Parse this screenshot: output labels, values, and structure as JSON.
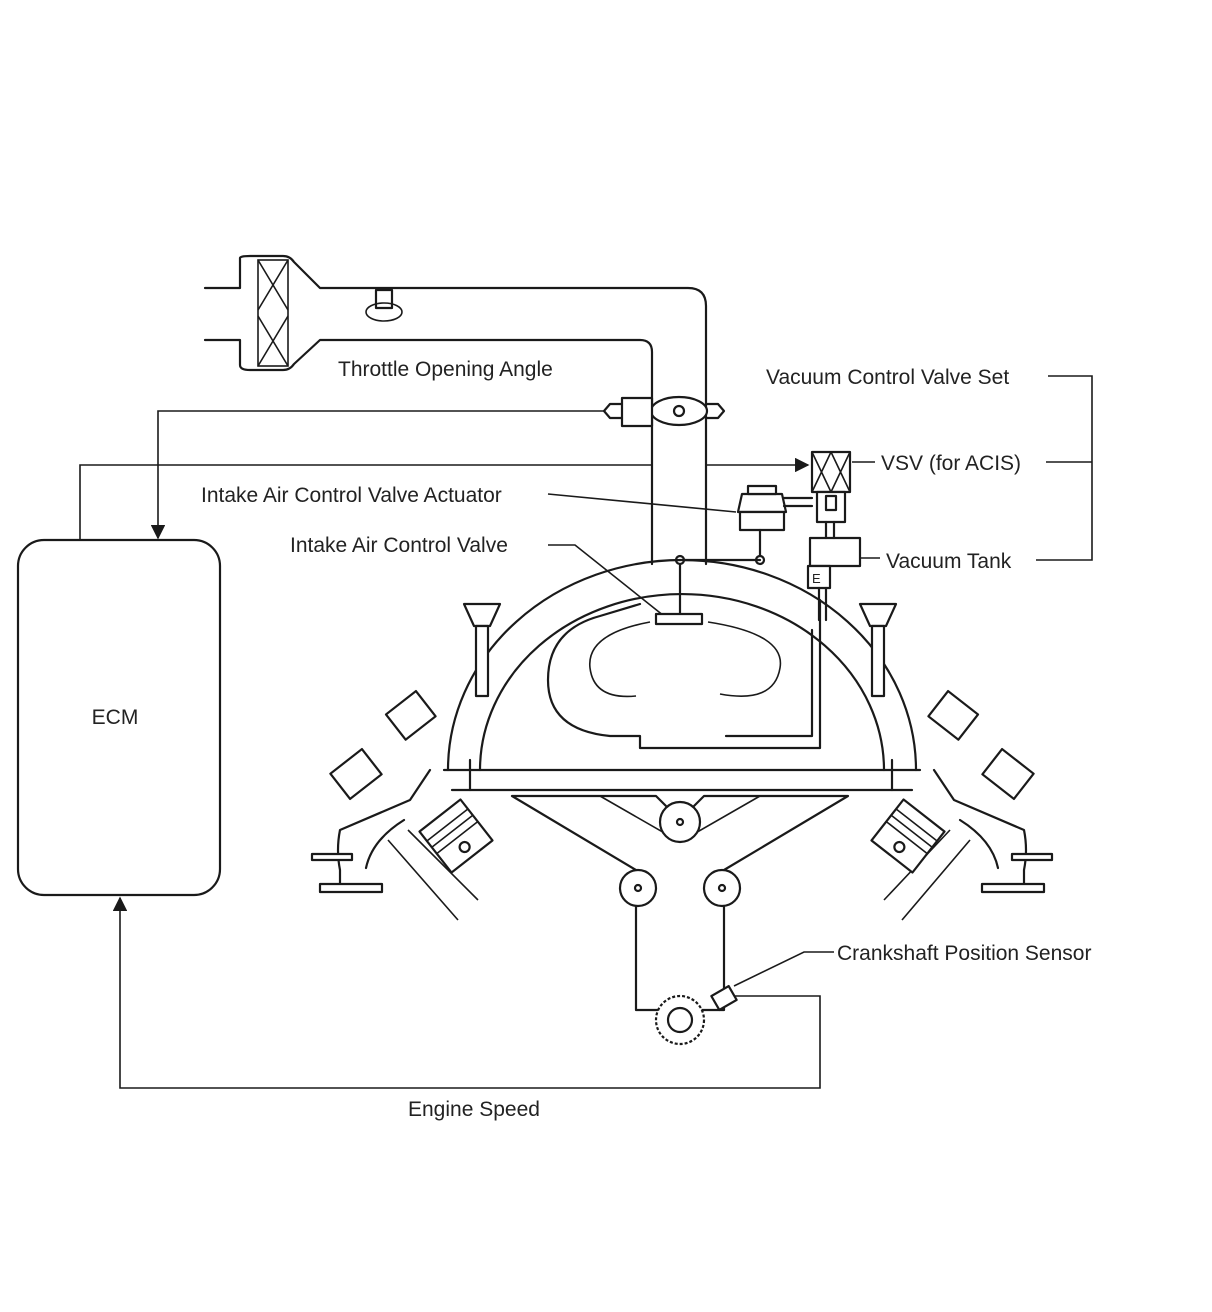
{
  "labels": {
    "ecm": "ECM",
    "throttle_opening_angle": "Throttle Opening Angle",
    "vacuum_control_valve_set": "Vacuum Control Valve Set",
    "vsv": "VSV (for ACIS)",
    "intake_air_control_valve_actuator": "Intake Air Control Valve Actuator",
    "intake_air_control_valve": "Intake Air Control Valve",
    "vacuum_tank": "Vacuum Tank",
    "crankshaft_position_sensor": "Crankshaft Position Sensor",
    "engine_speed": "Engine Speed"
  }
}
